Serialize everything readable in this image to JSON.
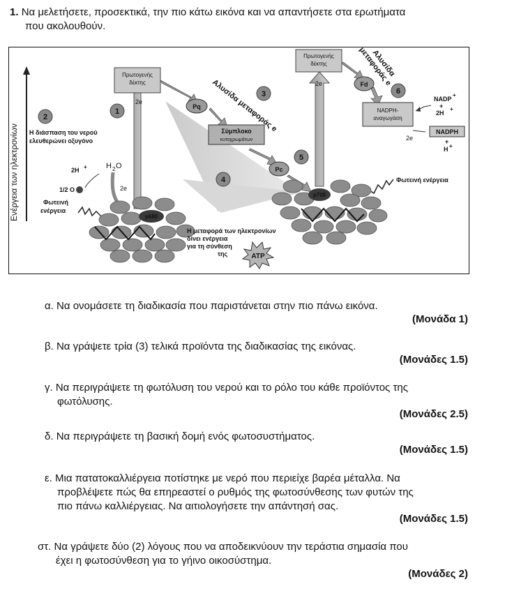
{
  "question": {
    "number": "1.",
    "line1": "Να μελετήσετε, προσεκτικά, την  πιο κάτω εικόνα και να απαντήσετε στα ερωτήματα",
    "line2": "που ακολουθούν."
  },
  "figure": {
    "y_axis_label": "Ενέργεια των ηλεκτρονίων",
    "step_numbers": [
      "1",
      "2",
      "3",
      "4",
      "5",
      "6"
    ],
    "primary_acceptor_1": [
      "Πρωτογενής",
      "δέκτης"
    ],
    "primary_acceptor_2": [
      "Πρωτογενής",
      "δέκτης"
    ],
    "two_e_labels": [
      "2e",
      "2e",
      "2e",
      "2e"
    ],
    "pq": "Pq",
    "complex": [
      "Σύμπλοκο",
      "κυτοχρωμάτων"
    ],
    "pc": "Pc",
    "fd": "Fd",
    "nadp_reductase": [
      "NADPH-",
      "αναγωγάση"
    ],
    "nadp_plus": "NADP",
    "two_h_plus": "2H",
    "nadph": "NADPH",
    "h_plus": "H",
    "plus_sign": "+",
    "p680": "p680",
    "p700": "p700",
    "atp": "ATP",
    "water": "H",
    "water_sub": "2",
    "water_o": "O",
    "half_o2": "1/2 O",
    "water_split_note": [
      "Η διάσπαση του νερού",
      "ελευθερώνει οξυγόνο"
    ],
    "chain_label_1": "Αλυσίδα μεταφοράς e",
    "chain_label_2": [
      "Αλυσίδα",
      "μεταφοράς e"
    ],
    "light_energy_left": [
      "Φωτεινή",
      "ενέργεια"
    ],
    "light_energy_right": "Φωτεινή ενέργεια",
    "atp_note": [
      "Η μεταφορά των ηλεκτρονίων",
      "δίνει ενέργεια",
      "για τη σύνθεση",
      "της"
    ]
  },
  "subquestions": [
    {
      "label": "α.",
      "lines": [
        "Να ονομάσετε τη διαδικασία που παριστάνεται στην πιο πάνω εικόνα."
      ],
      "marks": "(Μονάδα 1)"
    },
    {
      "label": "β.",
      "lines": [
        "Να γράψετε τρία (3) τελικά προϊόντα της διαδικασίας της εικόνας."
      ],
      "marks": "(Μονάδες 1.5)"
    },
    {
      "label": "γ.",
      "lines": [
        "Να περιγράψετε τη φωτόλυση του νερού και το ρόλο του κάθε προϊόντος της",
        "φωτόλυσης."
      ],
      "marks": "(Μονάδες 2.5)"
    },
    {
      "label": "δ.",
      "lines": [
        "Να περιγράψετε τη βασική δομή ενός φωτοσυστήματος."
      ],
      "marks": "(Μονάδες 1.5)"
    },
    {
      "label": "ε.",
      "lines": [
        "Μια πατατοκαλλιέργεια ποτίστηκε με νερό που περιείχε βαρέα μέταλλα. Να",
        "προβλέψετε πώς θα επηρεαστεί ο ρυθμός της φωτοσύνθεσης των φυτών της",
        "πιο πάνω καλλιέργειας. Να αιτιολογήσετε την απάντησή σας."
      ],
      "marks": "(Μονάδες 1.5)"
    },
    {
      "label": "στ.",
      "lines": [
        "Να γράψετε δύο (2) λόγους που να αποδεικνύουν την τεράστια σημασία που",
        "έχει η φωτοσύνθεση για το γήινο οικοσύστημα."
      ],
      "marks": "(Μονάδες 2)"
    }
  ]
}
